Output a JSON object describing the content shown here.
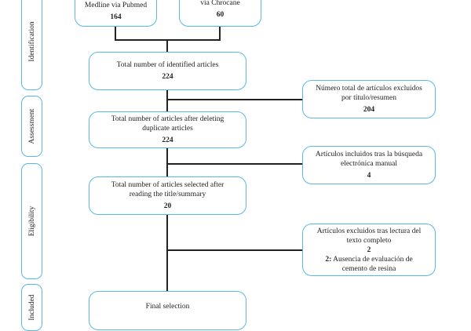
{
  "stages": {
    "identification": "Identification",
    "assessment": "Assessment",
    "eligibility": "Eligibility",
    "included": "Included"
  },
  "boxes": {
    "medline": {
      "text": "Medline via Pubmed",
      "count": "164"
    },
    "cochrane": {
      "text": "via Chrocane",
      "count": "60"
    },
    "identified": {
      "text": "Total number of identified articles",
      "count": "224"
    },
    "excluded_title": {
      "text": "Número total de artículos excluidos por título/resumen",
      "count": "204"
    },
    "after_duplicates": {
      "text": "Total number of articles after deleting duplicate articles",
      "count": "224"
    },
    "manual_search": {
      "text": "Artículos incluidos tras la búsqueda electrónica manual",
      "count": "4"
    },
    "selected": {
      "text": "Total number of articles selected after reading the title/summary",
      "count": "20"
    },
    "excluded_fulltext": {
      "text": "Artículos excluidos tras lectura del texto completo",
      "count": "2",
      "reason_count": "2:",
      "reason": "Ausencia de evaluación de cemento de resina"
    },
    "final": {
      "text": "Final selection"
    }
  }
}
